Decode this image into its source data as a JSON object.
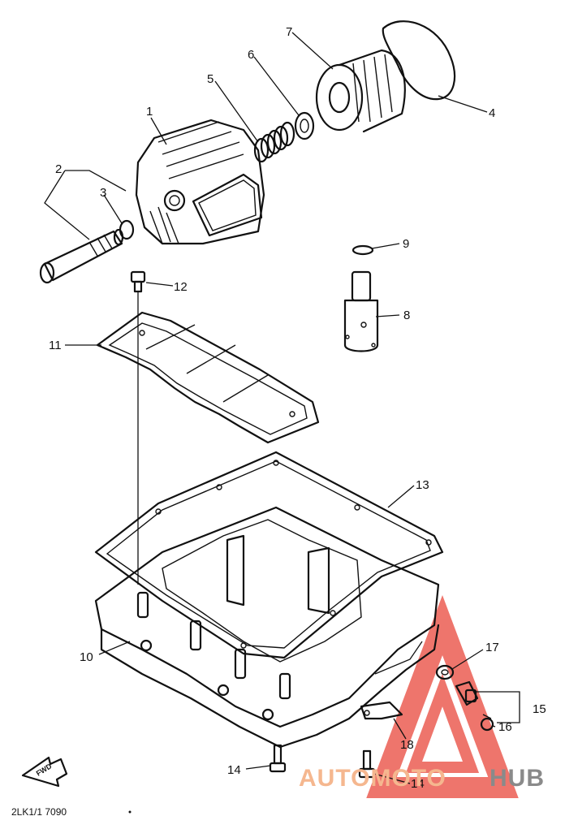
{
  "callouts": [
    {
      "id": "1",
      "label": "1"
    },
    {
      "id": "2",
      "label": "2"
    },
    {
      "id": "3",
      "label": "3"
    },
    {
      "id": "4",
      "label": "4"
    },
    {
      "id": "5",
      "label": "5"
    },
    {
      "id": "6",
      "label": "6"
    },
    {
      "id": "7",
      "label": "7"
    },
    {
      "id": "8",
      "label": "8"
    },
    {
      "id": "9",
      "label": "9"
    },
    {
      "id": "10",
      "label": "10"
    },
    {
      "id": "11",
      "label": "11"
    },
    {
      "id": "12",
      "label": "12"
    },
    {
      "id": "13",
      "label": "13"
    },
    {
      "id": "14a",
      "label": "14"
    },
    {
      "id": "14b",
      "label": "14"
    },
    {
      "id": "15",
      "label": "15"
    },
    {
      "id": "16",
      "label": "16"
    },
    {
      "id": "17",
      "label": "17"
    },
    {
      "id": "18",
      "label": "18"
    }
  ],
  "fwd_label": "FWD",
  "diagram_code": "2LK1/1  7090",
  "watermark": {
    "part1": "AUTOMOTO",
    "part2": "HUB",
    "logo_color": "#e9473b",
    "text_color": "#f5b78f",
    "hub_color": "#8a8a8a"
  }
}
